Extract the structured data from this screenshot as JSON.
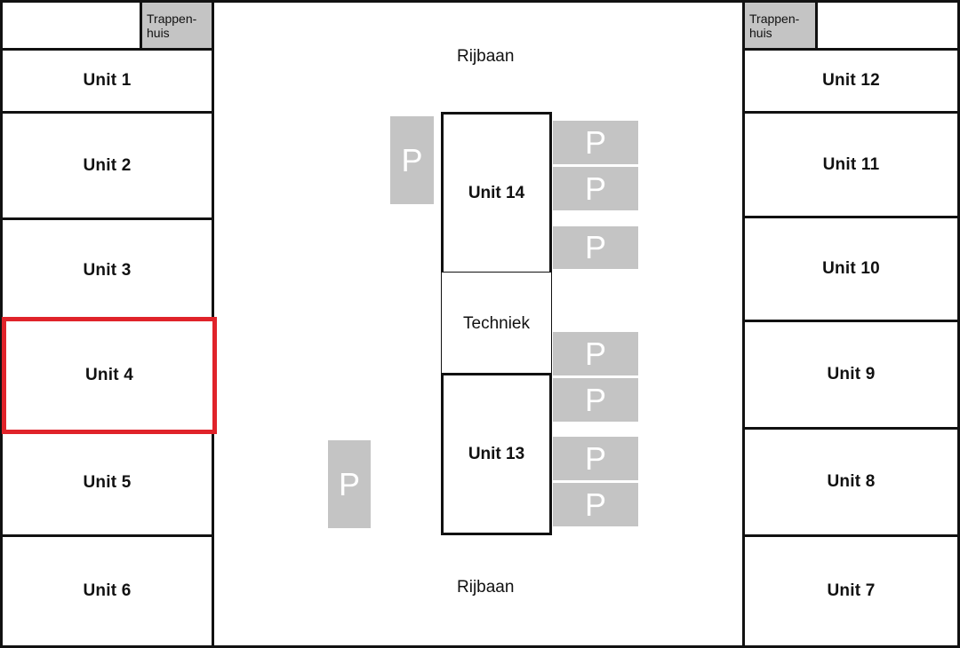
{
  "roads": {
    "top": "Rijbaan",
    "bottom": "Rijbaan"
  },
  "stairwell": {
    "label": "Trappen-\nhuis"
  },
  "units_left": [
    "Unit 1",
    "Unit 2",
    "Unit 3",
    "Unit 4",
    "Unit 5",
    "Unit 6"
  ],
  "units_right": [
    "Unit 12",
    "Unit 11",
    "Unit 10",
    "Unit 9",
    "Unit 8",
    "Unit 7"
  ],
  "center": {
    "unit_top": "Unit 14",
    "technique": "Techniek",
    "unit_bottom": "Unit 13"
  },
  "parking_label": "P",
  "selected_unit": "Unit 4",
  "colors": {
    "highlight": "#e0232a",
    "parking": "#c4c4c4",
    "line": "#111111"
  }
}
